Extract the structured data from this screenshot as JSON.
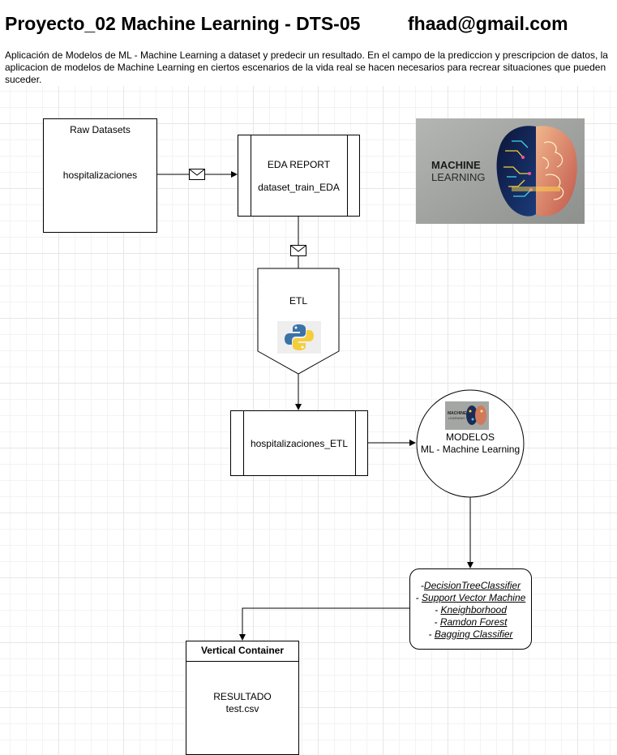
{
  "header": {
    "title": "Proyecto_02 Machine Learning - DTS-05",
    "email": "fhaad@gmail.com",
    "description": "Aplicación de Modelos de ML - Machine Learning a dataset y predecir un resultado. En el campo de la prediccion y prescripcion de datos, la aplicacion de modelos de Machine Learning en ciertos escenarios de la vida real se hacen necesarios para recrear situaciones que pueden suceder."
  },
  "raw": {
    "title": "Raw Datasets",
    "name": "hospitalizaciones"
  },
  "eda": {
    "title": "EDA REPORT",
    "name": "dataset_train_EDA"
  },
  "etl": {
    "title": "ETL"
  },
  "etl_out": {
    "name": "hospitalizaciones_ETL"
  },
  "modelos": {
    "title": "MODELOS",
    "subtitle": "ML - Machine Learning"
  },
  "ml_image": {
    "line1": "MACHINE",
    "line2": "LEARNING"
  },
  "algorithms": {
    "items": [
      {
        "prefix": "-",
        "name": "DecisionTreeClassifier"
      },
      {
        "prefix": "- ",
        "name": "Support Vector Machine"
      },
      {
        "prefix": "- ",
        "name": "Kneighborhood"
      },
      {
        "prefix": "- ",
        "name": "Ramdon Forest"
      },
      {
        "prefix": "- ",
        "name": "Bagging Classifier"
      }
    ]
  },
  "container": {
    "title": "Vertical Container",
    "line1": "RESULTADO",
    "line2": "test.csv"
  },
  "colors": {
    "grid": "#e6e6e6",
    "stroke": "#000000",
    "python_blue": "#3a72a8",
    "python_yellow": "#f5cd3a"
  },
  "icons": [
    "envelope-icon",
    "python-icon",
    "brain-icon"
  ]
}
